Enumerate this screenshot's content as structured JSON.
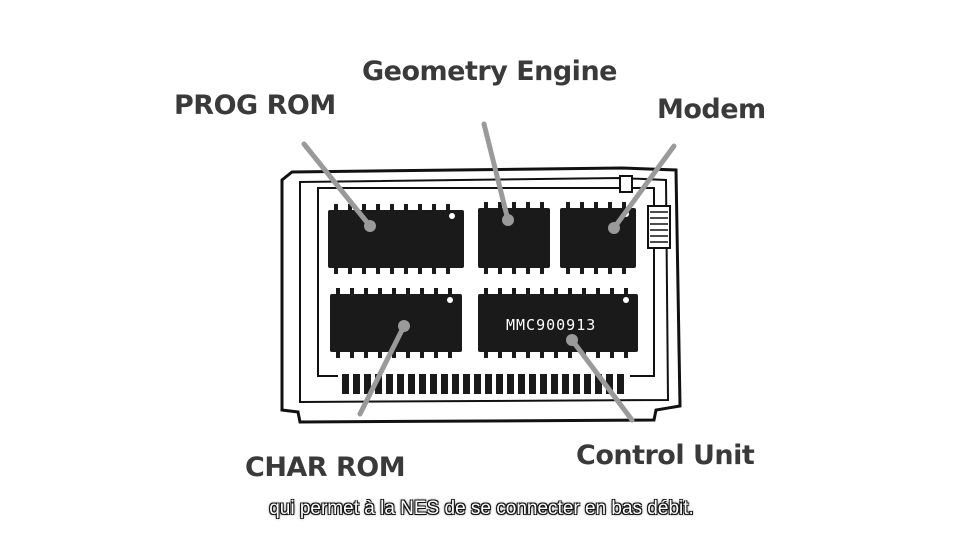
{
  "labels": {
    "prog_rom": "PROG ROM",
    "geometry_engine": "Geometry Engine",
    "modem": "Modem",
    "char_rom": "CHAR ROM",
    "control_unit": "Control Unit"
  },
  "chip_marking": "MMC900913",
  "subtitle": "qui permet à la NES de se connecter en bas débit.",
  "colors": {
    "chip": "#1a1a1a",
    "leader_line": "#9a9a9a",
    "outline": "#111111",
    "label_text": "#3a3a3a"
  }
}
